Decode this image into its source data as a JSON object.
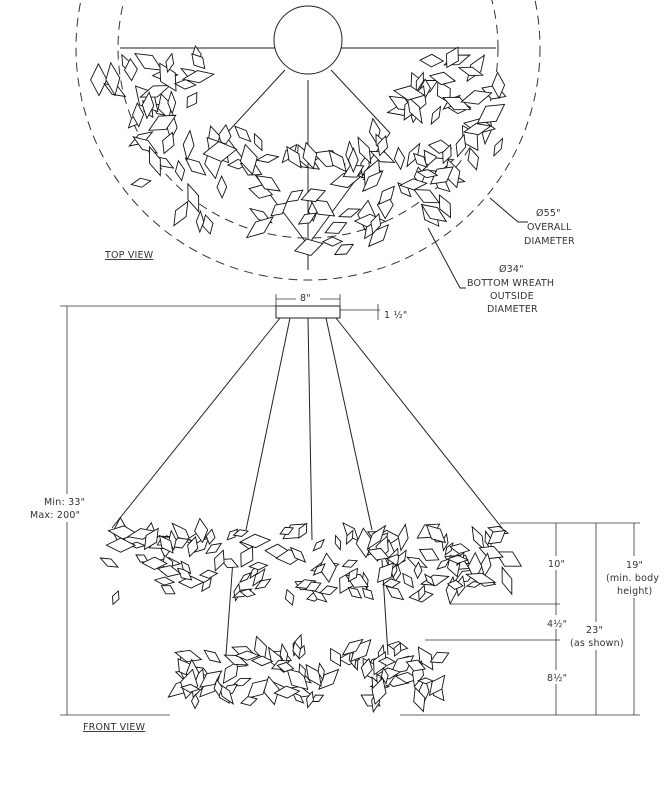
{
  "top_view": {
    "title": "TOP VIEW",
    "overall_diameter": {
      "value": "Ø55\"",
      "line1": "OVERALL",
      "line2": "DIAMETER"
    },
    "bottom_wreath": {
      "value": "Ø34\"",
      "line1": "BOTTOM WREATH",
      "line2": "OUTSIDE",
      "line3": "DIAMETER"
    }
  },
  "front_view": {
    "title": "FRONT VIEW",
    "canopy_width": "8\"",
    "canopy_height": "1 ½\"",
    "overall_min": "Min: 33\"",
    "overall_max": "Max: 200\"",
    "upper_wreath_height": "10\"",
    "gap_height": "4½\"",
    "lower_wreath_height": "8½\"",
    "as_shown_height": "23\"",
    "as_shown_note": "(as shown)",
    "body_height": "19\"",
    "body_note1": "(min. body",
    "body_note2": "height)"
  }
}
